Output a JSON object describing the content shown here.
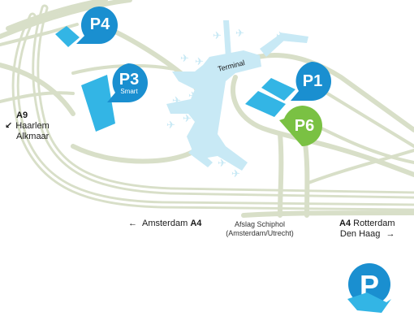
{
  "colors": {
    "road": "#d8dfc8",
    "terminal": "#c8e9f5",
    "parking_blue": "#33b5e5",
    "pin_blue": "#1a8fd0",
    "pin_green": "#7ac143",
    "text": "#1a1a1a"
  },
  "terminal": {
    "label": "Terminal"
  },
  "parkings": [
    {
      "id": "P4",
      "label": "P4",
      "sub": ""
    },
    {
      "id": "P3",
      "label": "P3",
      "sub": "Smart"
    },
    {
      "id": "P1",
      "label": "P1",
      "sub": ""
    },
    {
      "id": "P6",
      "label": "P6",
      "sub": ""
    }
  ],
  "directions": {
    "a9": {
      "road": "A9",
      "arrow": "↙",
      "line1": "Haarlem",
      "line2": "Alkmaar"
    },
    "amsterdam": {
      "arrow": "←",
      "city": "Amsterdam",
      "road": "A4"
    },
    "schiphol_exit": {
      "line1": "Afslag Schiphol",
      "line2": "(Amsterdam/Utrecht)"
    },
    "rotterdam": {
      "road": "A4",
      "city1": "Rotterdam",
      "city2": "Den Haag",
      "arrow": "→"
    }
  },
  "icons": {
    "logo": "parking-plane-logo-icon",
    "airplane": "airplane-icon"
  }
}
